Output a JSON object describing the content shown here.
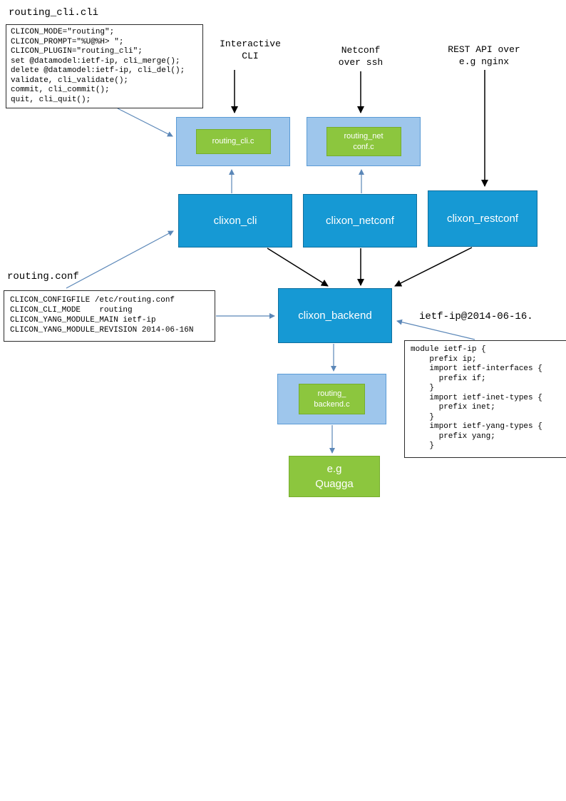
{
  "colors": {
    "node_blue": "#1699D4",
    "node_light_blue": "#9EC6EC",
    "node_green": "#8CC63E",
    "arrow_black": "#000000",
    "arrow_blue": "#5B87B8"
  },
  "labels": {
    "routing_cli_file": "routing_cli.cli",
    "interactive_cli": [
      "Interactive",
      "CLI"
    ],
    "netconf_over_ssh": [
      "Netconf",
      "over ssh"
    ],
    "rest_api": [
      "REST API over",
      "e.g nginx"
    ],
    "routing_conf_file": "routing.conf",
    "yang_file": "ietf-ip@2014-06-16."
  },
  "code": {
    "routing_cli": [
      "CLICON_MODE=\"routing\";",
      "CLICON_PROMPT=\"%U@%H> \";",
      "CLICON_PLUGIN=\"routing_cli\";",
      "set @datamodel:ietf-ip, cli_merge();",
      "delete @datamodel:ietf-ip, cli_del();",
      "validate, cli_validate();",
      "commit, cli_commit();",
      "quit, cli_quit();"
    ],
    "routing_conf": [
      "CLICON_CONFIGFILE /etc/routing.conf",
      "CLICON_CLI_MODE    routing",
      "CLICON_YANG_MODULE_MAIN ietf-ip",
      "CLICON_YANG_MODULE_REVISION 2014-06-16N"
    ],
    "yang_module": [
      "module ietf-ip {",
      "    prefix ip;",
      "    import ietf-interfaces {",
      "      prefix if;",
      "    }",
      "    import ietf-inet-types {",
      "      prefix inet;",
      "    }",
      "    import ietf-yang-types {",
      "      prefix yang;",
      "    }"
    ]
  },
  "nodes": {
    "routing_cli_c": "routing_cli.c",
    "routing_netconf_c": [
      "routing_net",
      "conf.c"
    ],
    "clixon_cli": "clixon_cli",
    "clixon_netconf": "clixon_netconf",
    "clixon_restconf": "clixon_restconf",
    "clixon_backend": "clixon_backend",
    "routing_backend_c": [
      "routing_",
      "backend.c"
    ],
    "quagga": [
      "e.g",
      "Quagga"
    ]
  }
}
